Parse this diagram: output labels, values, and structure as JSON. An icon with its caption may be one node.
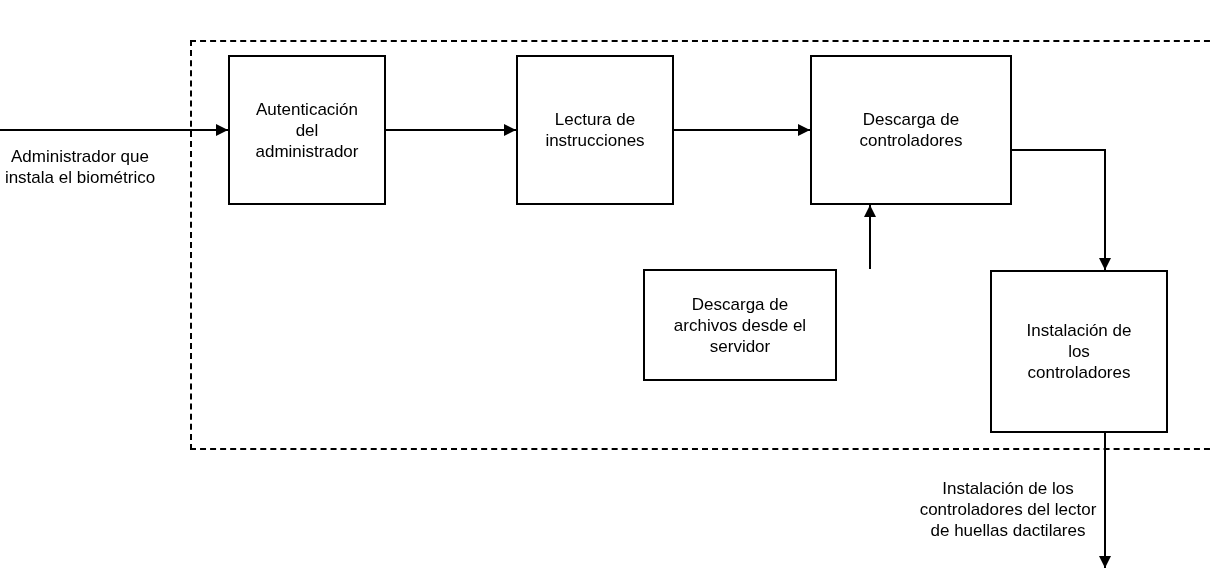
{
  "diagram": {
    "nodes": [
      {
        "text": [],
        "shape": "box"
      },
      {
        "text": [
          "Autenticación del administrador"
        ],
        "in": 0
      },
      {
        "text": [
          "Lectura de instrucciones"
        ],
        "in": 0
      },
      {
        "text": [
          "Descarga de controladores"
        ],
        "in": 0
      },
      {
        "text": [
          "Descarga de archivos desde el servidor"
        ],
        "in": 0
      },
      {
        "text": [
          "Instalación de los controladores"
        ],
        "in": 0
      }
    ],
    "edges": [
      {
        "from": null,
        "to": 1,
        "arrow": "to",
        "label": "Administrador que instala el biométrico"
      },
      {
        "from": 1,
        "to": 2,
        "arrow": "to"
      },
      {
        "from": 2,
        "to": 3,
        "arrow": "to"
      },
      {
        "from": 3,
        "to": 5,
        "arrow": "to"
      },
      {
        "from": 4,
        "to": 3,
        "arrow": "to"
      },
      {
        "from": 5,
        "to": null,
        "arrow": "to",
        "label": "Instalación de los controladores del lector de huellas dactilares"
      }
    ]
  }
}
